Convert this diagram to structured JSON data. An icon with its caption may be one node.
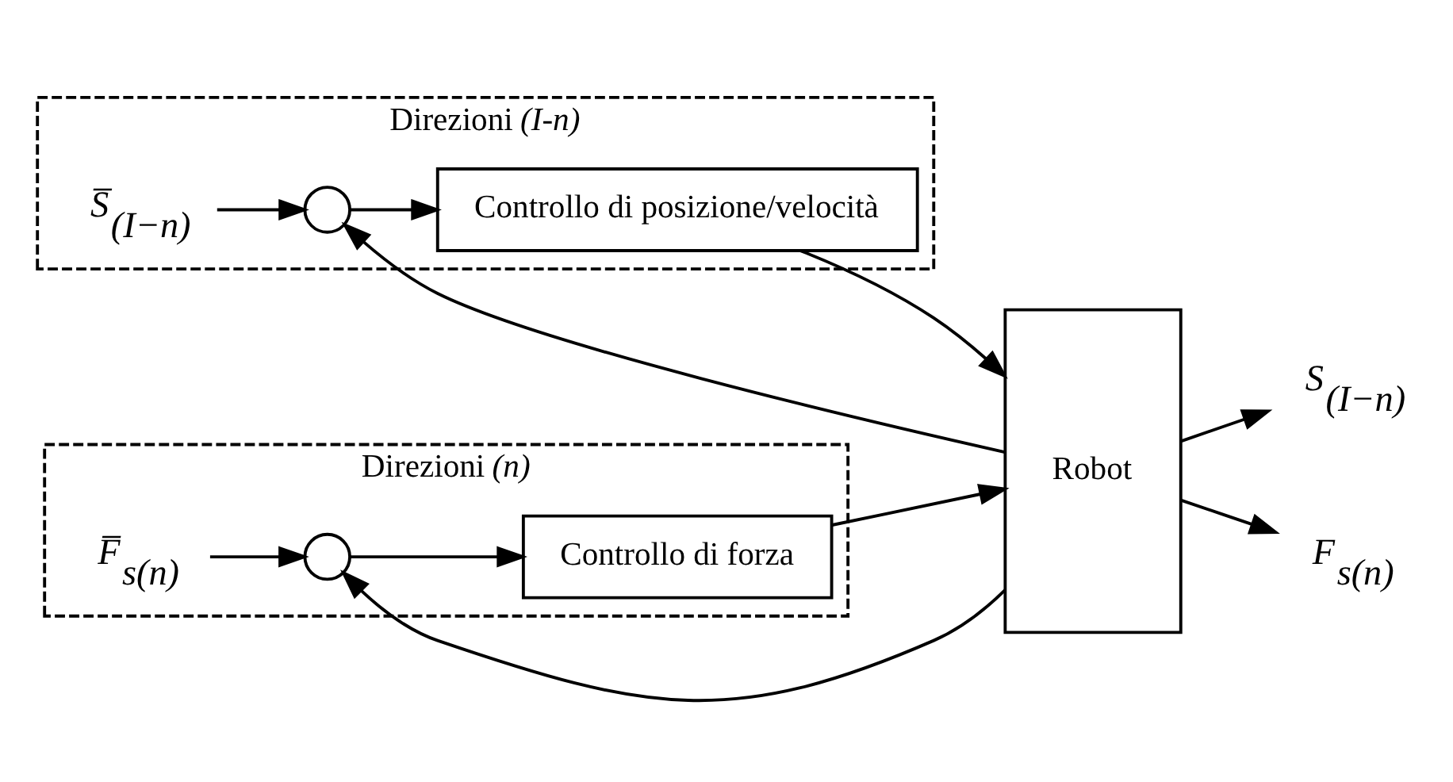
{
  "diagram": {
    "nodes": [
      {
        "text": [
          "Direzioni *(I-n)*"
        ]
      },
      {
        "text": [
          "S̅$_{(I−n)}$"
        ],
        "in": 0
      },
      {
        "text": [],
        "shape": "circle",
        "in": 0
      },
      {
        "text": [
          "Controllo di posizione/velocità"
        ],
        "in": 0
      },
      {
        "text": [
          "Direzioni *(n)*"
        ]
      },
      {
        "text": [
          "F̅$_{s(n)}$"
        ],
        "in": 4
      },
      {
        "text": [],
        "shape": "circle",
        "in": 4
      },
      {
        "text": [
          "Controllo di forza"
        ],
        "in": 4
      },
      {
        "text": [
          "Robot"
        ]
      },
      {
        "text": [
          "S$_{(I−n)}$"
        ]
      },
      {
        "text": [
          "F$_{s(n)}$"
        ]
      }
    ],
    "edges": [
      {
        "from": 1,
        "to": 2,
        "arrow": "to"
      },
      {
        "from": 2,
        "to": 3,
        "arrow": "to"
      },
      {
        "from": 3,
        "to": 8,
        "arrow": "to"
      },
      {
        "from": 8,
        "to": 9,
        "arrow": "to"
      },
      {
        "from": 8,
        "to": 2,
        "arrow": "to"
      },
      {
        "from": 5,
        "to": 6,
        "arrow": "to"
      },
      {
        "from": 6,
        "to": 7,
        "arrow": "to"
      },
      {
        "from": 7,
        "to": 8,
        "arrow": "to"
      },
      {
        "from": 8,
        "to": 10,
        "arrow": "to"
      },
      {
        "from": 8,
        "to": 6,
        "arrow": "to"
      }
    ]
  }
}
